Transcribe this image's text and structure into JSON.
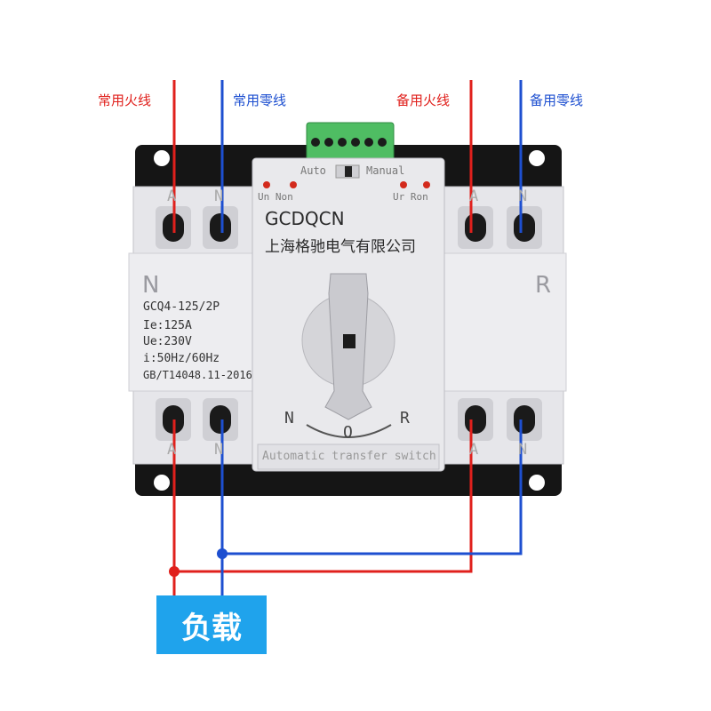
{
  "wire_labels": {
    "main_live": "常用火线",
    "main_neutral": "常用零线",
    "backup_live": "备用火线",
    "backup_neutral": "备用零线"
  },
  "switch": {
    "top_mode": {
      "auto": "Auto",
      "manual": "Manual"
    },
    "indicators_left": "Un Non",
    "indicators_right": "Ur Ron",
    "brand": "GCDQCN",
    "company": "上海格驰电气有限公司",
    "left_side_label": "N",
    "right_side_label": "R",
    "specs": [
      "GCQ4-125/2P",
      "Ie:125A",
      "Ue:230V",
      "i:50Hz/60Hz",
      "GB/T14048.11-2016"
    ],
    "terminal_letters": {
      "a": "A",
      "n": "N"
    },
    "dial": {
      "n": "N",
      "o": "O",
      "r": "R"
    },
    "footer_label": "Automatic transfer switch"
  },
  "load_label": "负载",
  "colors": {
    "live": "#e0201c",
    "neutral": "#1d4fd0",
    "load_box": "#1fa3ec",
    "body": "#e7e7ea"
  }
}
